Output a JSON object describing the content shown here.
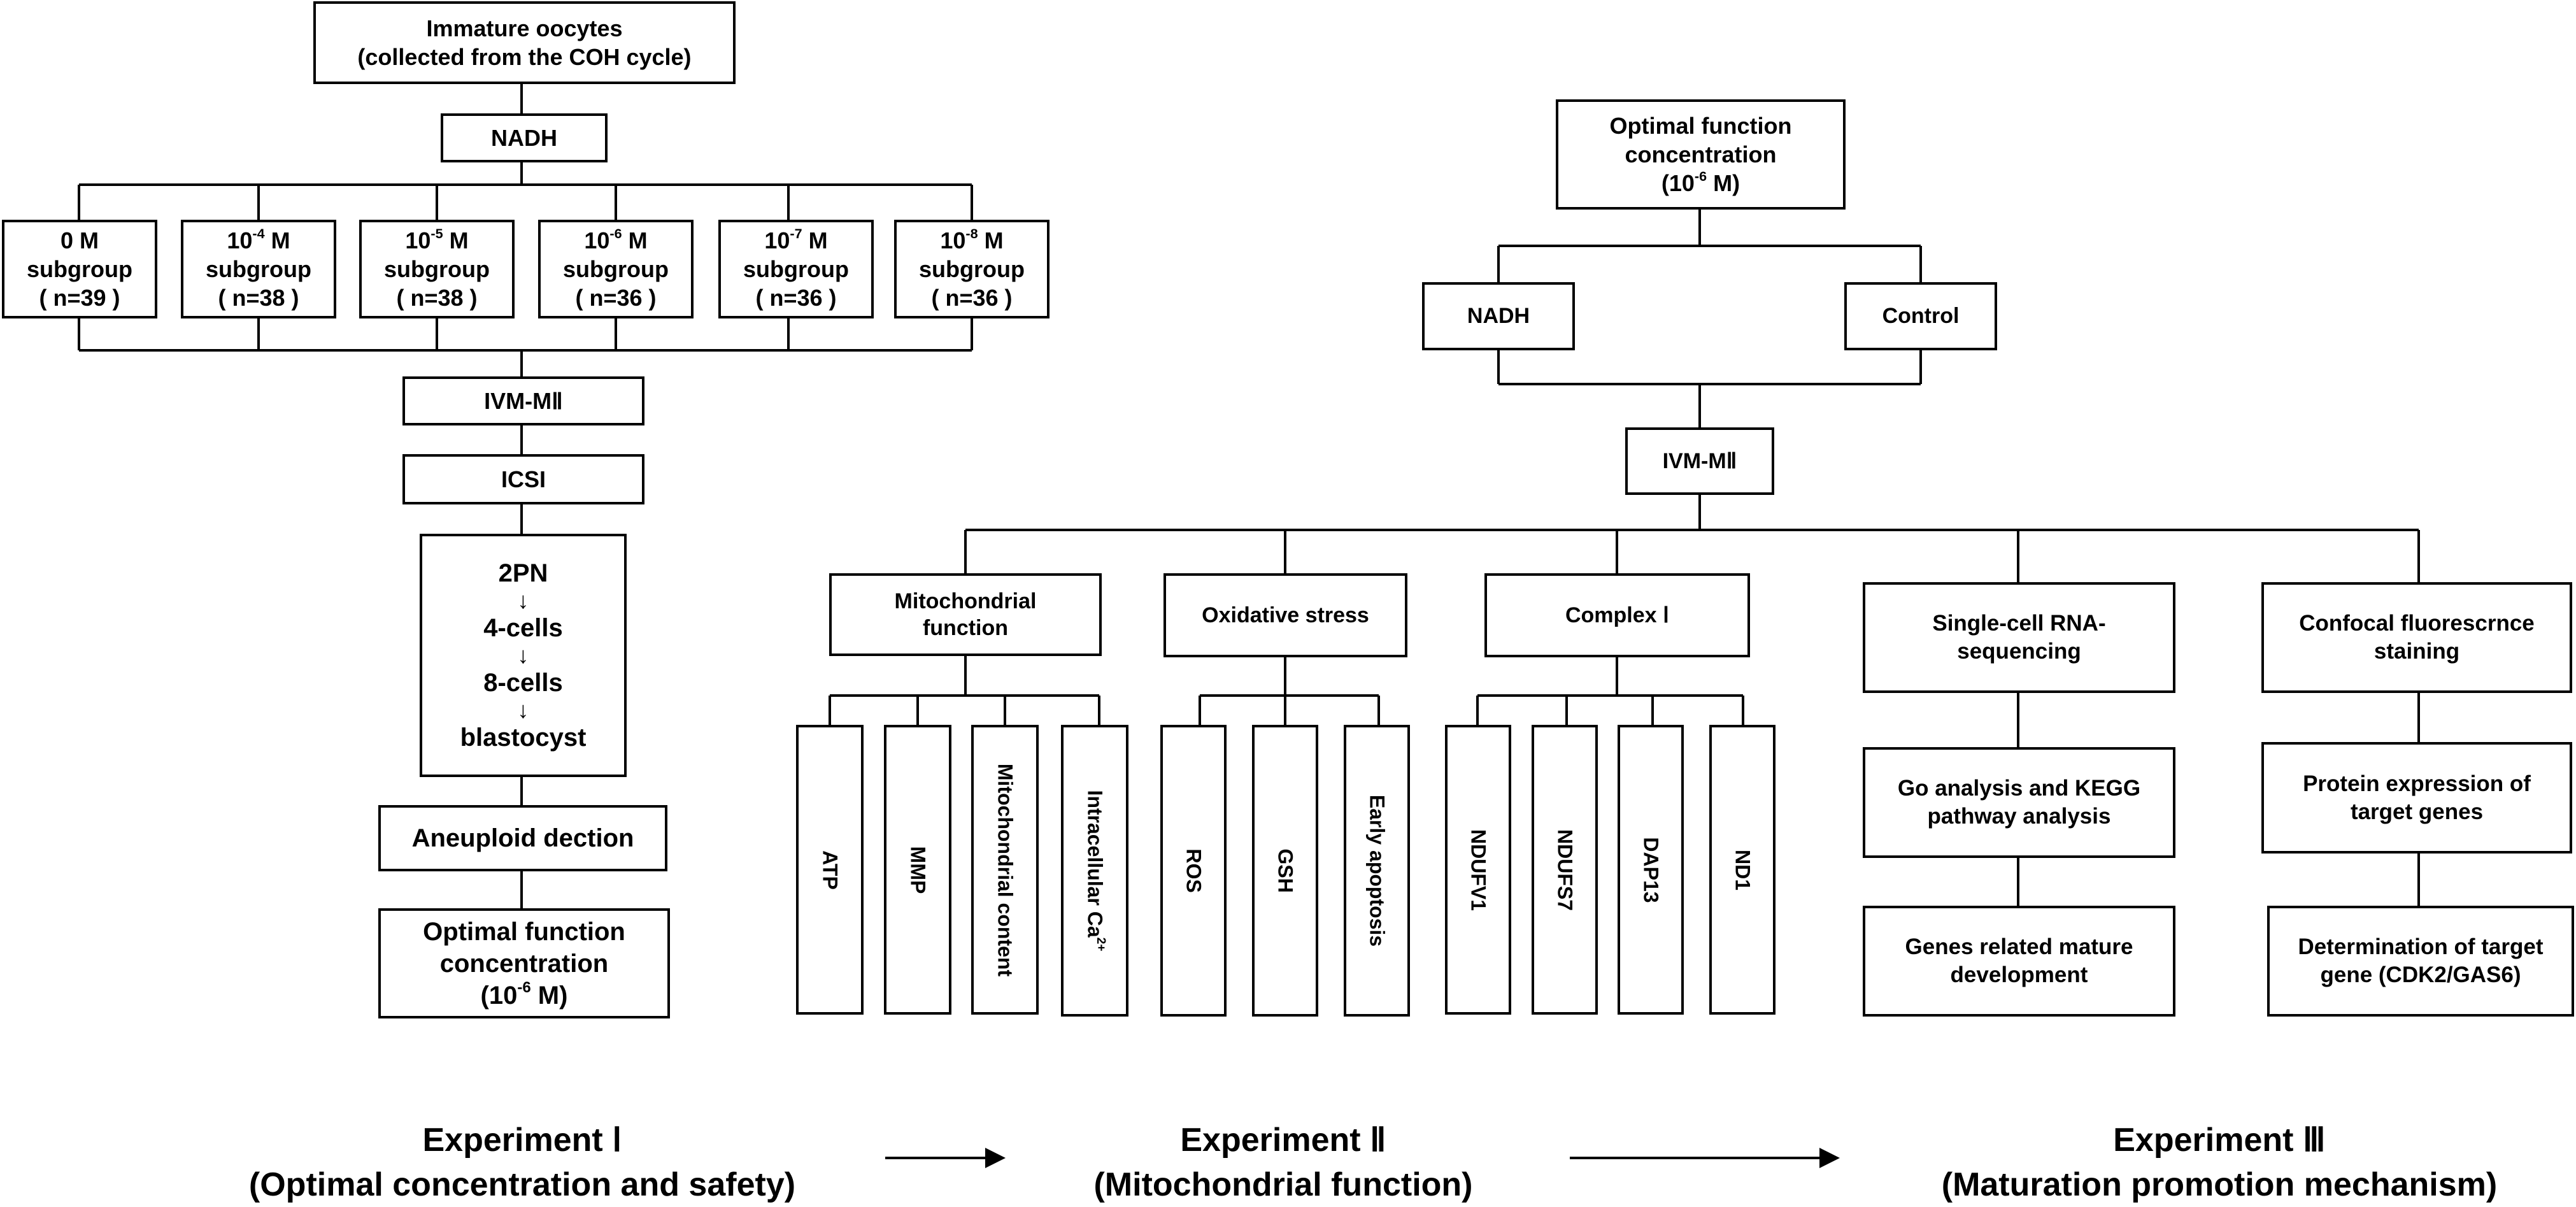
{
  "colors": {
    "stroke": "#000000",
    "background": "#ffffff",
    "text": "#000000"
  },
  "exp1": {
    "oocytes": [
      "Immature oocytes",
      "(collected from the COH cycle)"
    ],
    "nadh": "NADH",
    "subgroups": [
      {
        "conc": "0 M",
        "sup": "",
        "unit": "",
        "label": "subgroup",
        "n": "( n=39 )"
      },
      {
        "conc": "10",
        "sup": "-4",
        "unit": " M",
        "label": "subgroup",
        "n": "( n=38 )"
      },
      {
        "conc": "10",
        "sup": "-5",
        "unit": " M",
        "label": "subgroup",
        "n": "( n=38 )"
      },
      {
        "conc": "10",
        "sup": "-6",
        "unit": " M",
        "label": "subgroup",
        "n": "( n=36 )"
      },
      {
        "conc": "10",
        "sup": "-7",
        "unit": " M",
        "label": "subgroup",
        "n": "( n=36 )"
      },
      {
        "conc": "10",
        "sup": "-8",
        "unit": " M",
        "label": "subgroup",
        "n": "( n=36 )"
      }
    ],
    "ivm": "IVM-MⅡ",
    "icsi": "ICSI",
    "development": [
      "2PN",
      "↓",
      "4-cells",
      "↓",
      "8-cells",
      "↓",
      "blastocyst"
    ],
    "aneuploid": "Aneuploid dection",
    "optimal": {
      "line1": "Optimal function",
      "line2": "concentration",
      "pre": "(10",
      "sup": "-6",
      "post": " M)"
    }
  },
  "exp2": {
    "optimal": {
      "line1": "Optimal function",
      "line2": "concentration",
      "pre": "(10",
      "sup": "-6",
      "post": " M)"
    },
    "nadh": "NADH",
    "control": "Control",
    "ivm": "IVM-MⅡ",
    "categories": {
      "mito": {
        "title": [
          "Mitochondrial",
          "function"
        ],
        "items": [
          "ATP",
          "MMP",
          "Mitochondrial content",
          "Intracellular Ca"
        ],
        "ca_sup": "2+"
      },
      "oxidative": {
        "title": [
          "Oxidative stress"
        ],
        "items": [
          "ROS",
          "GSH",
          "Early apoptosis"
        ]
      },
      "complex": {
        "title": [
          "Complex Ⅰ"
        ],
        "items": [
          "NDUFV1",
          "NDUFS7",
          "DAP13",
          "ND1"
        ]
      }
    }
  },
  "exp3": {
    "rnaseq": {
      "title": [
        "Single-cell RNA-",
        "sequencing"
      ],
      "analysis": [
        "Go analysis and KEGG",
        "pathway analysis"
      ],
      "genes": [
        "Genes related mature",
        "development"
      ]
    },
    "confocal": {
      "title": [
        "Confocal fluorescrnce",
        "staining"
      ],
      "protein": [
        "Protein expression of",
        "target genes"
      ],
      "determination": [
        "Determination of target",
        "gene (CDK2/GAS6)"
      ]
    }
  },
  "footer": {
    "exp1": {
      "title": "Experiment Ⅰ",
      "subtitle": "(Optimal concentration and safety)"
    },
    "exp2": {
      "title": "Experiment Ⅱ",
      "subtitle": "(Mitochondrial function)"
    },
    "exp3": {
      "title": "Experiment Ⅲ",
      "subtitle": "(Maturation promotion mechanism)"
    }
  }
}
